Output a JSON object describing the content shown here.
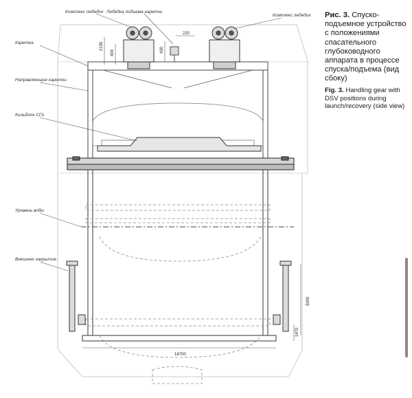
{
  "labels": {
    "lifting_complex_left": "Комплекс лебедок",
    "lifting_winch_carriage": "Лебедка подъема каретки",
    "lifting_complex_right": "Комплекс лебедок",
    "carriage": "Каретка",
    "carriage_guides": "Направляющие каретки",
    "keel_block": "Кильблок СГА",
    "water_level": "Уровень воды",
    "outer_closing": "Внешнее закрытие"
  },
  "dimensions": {
    "d2130": "2130",
    "d400": "400",
    "d430": "430",
    "d220": "220",
    "d5000": "5000",
    "d14700": "14700",
    "d1470": "1470"
  },
  "caption_ru": {
    "fig": "Рис. 3.",
    "text": " Спуско-подъемное устройство с положениями спасательного глубоководного аппарата в процессе спуска/подъема (вид сбоку)"
  },
  "caption_en": {
    "fig": "Fig. 3.",
    "text": " Handling gear with DSV positions during launch/recovery (side view)"
  }
}
